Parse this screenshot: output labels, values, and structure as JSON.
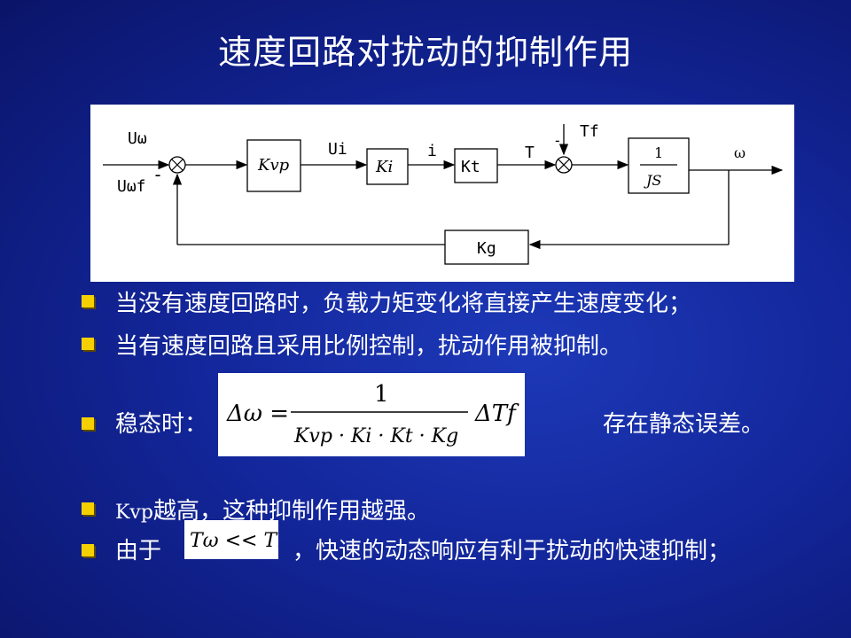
{
  "title": "速度回路对扰动的抑制作用",
  "diagram": {
    "input_label": "Uω",
    "feedback_input_label": "Uωf",
    "minus_sign": "-",
    "kvp_block": "Kvp",
    "ui_label": "Ui",
    "ki_block": "Ki",
    "i_label": "i",
    "kt_block": "Kt",
    "t_label": "T",
    "tf_label": "Tf",
    "tf_minus": "-",
    "plant_num": "1",
    "plant_den": "JS",
    "output_label": "ω",
    "kg_block": "Kg"
  },
  "bullets": {
    "b1": "当没有速度回路时，负载力矩变化将直接产生速度变化；",
    "b2": "当有速度回路且采用比例控制，扰动作用被抑制。",
    "b3_prefix": "稳态时：",
    "b3_suffix": "存在静态误差。",
    "b4_k": "Kvp",
    "b4_text": "越高，这种抑制作用越强。",
    "b5_prefix": "由于",
    "b5_suffix": "，快速的动态响应有利于扰动的快速抑制；"
  },
  "formula": {
    "delta_omega": "Δω =",
    "numerator": "1",
    "denominator": "Kvp · Ki · Kt · Kg",
    "rhs": "ΔTf"
  },
  "inequality": "Tω << Tm",
  "colors": {
    "background": "#13269a",
    "bullet": "#f5d000",
    "text": "#ffffff"
  }
}
